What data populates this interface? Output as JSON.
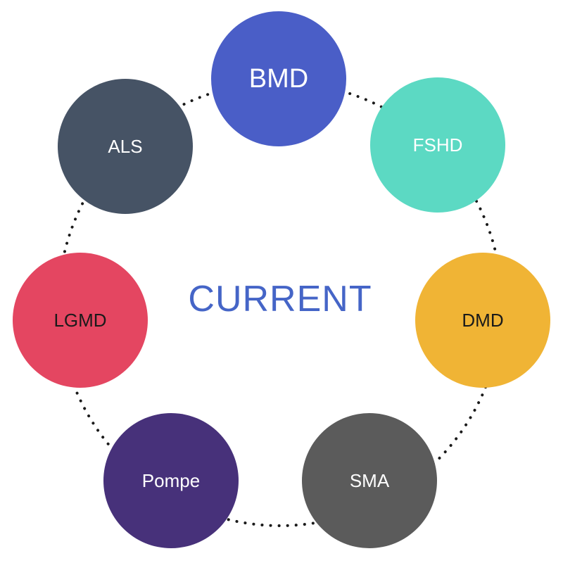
{
  "center": {
    "label": "CURRENT",
    "color": "#4565c7"
  },
  "nodes": [
    {
      "key": "bmd",
      "label": "BMD",
      "fill": "#4a5ec7",
      "text_color": "#ffffff"
    },
    {
      "key": "fshd",
      "label": "FSHD",
      "fill": "#5cd9c3",
      "text_color": "#ffffff"
    },
    {
      "key": "dmd",
      "label": "DMD",
      "fill": "#f0b435",
      "text_color": "#1a1a1a"
    },
    {
      "key": "sma",
      "label": "SMA",
      "fill": "#5b5b5b",
      "text_color": "#ffffff"
    },
    {
      "key": "pompe",
      "label": "Pompe",
      "fill": "#47317a",
      "text_color": "#ffffff"
    },
    {
      "key": "lgmd",
      "label": "LGMD",
      "fill": "#e44661",
      "text_color": "#1a1a1a"
    },
    {
      "key": "als",
      "label": "ALS",
      "fill": "#465365",
      "text_color": "#ffffff"
    }
  ],
  "connector_color": "#1a1a1a"
}
